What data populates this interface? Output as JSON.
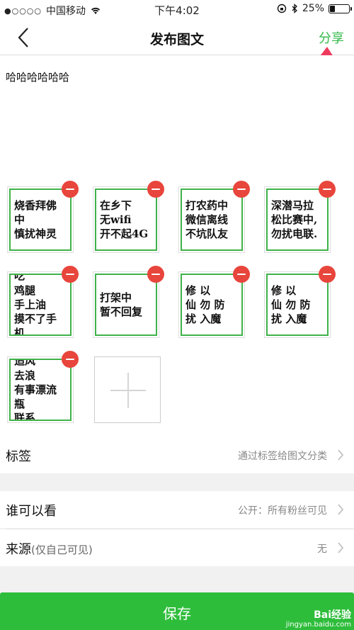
{
  "status_bar": {
    "carrier": "中国移动",
    "time": "下午4:02",
    "battery": "25%",
    "battery_level": 0.25
  },
  "navbar": {
    "title": "发布图文",
    "share_label": "分享"
  },
  "post": {
    "text": "哈哈哈哈哈哈"
  },
  "stickers": [
    {
      "lines": [
        "烧香拜佛中",
        "慎扰神灵"
      ]
    },
    {
      "lines": [
        "在乡下",
        "无wifi",
        "开不起4G"
      ]
    },
    {
      "lines": [
        "打农药中",
        "微信离线",
        "不坑队友"
      ]
    },
    {
      "lines": [
        "深潜马拉",
        "松比赛中,",
        "勿扰电联."
      ]
    },
    {
      "lines": [
        "吃",
        "鸡腿",
        "手上油",
        "摸不了手机."
      ]
    },
    {
      "lines": [
        "打架中",
        "暂不回复"
      ]
    },
    {
      "lines": [
        "修 以",
        "仙 勿 防",
        "扰 入魔"
      ]
    },
    {
      "lines": [
        "修 以",
        "仙 勿 防",
        "扰 入魔"
      ]
    },
    {
      "lines": [
        "追风",
        "去浪",
        "有事漂流瓶",
        "联系"
      ]
    }
  ],
  "rows": {
    "tag": {
      "label": "标签",
      "value": "通过标签给图文分类"
    },
    "visibility": {
      "label": "谁可以看",
      "value": "公开：所有粉丝可见"
    },
    "source": {
      "label": "来源",
      "note": "(仅自己可见)",
      "value": "无"
    }
  },
  "save_label": "保存",
  "watermark": {
    "brand": "Bai经验",
    "url": "jingyan.baidu.com"
  },
  "colors": {
    "accent": "#2ebd3b",
    "remove": "#e8453c",
    "annotation_arrow": "#ef3a5d"
  }
}
